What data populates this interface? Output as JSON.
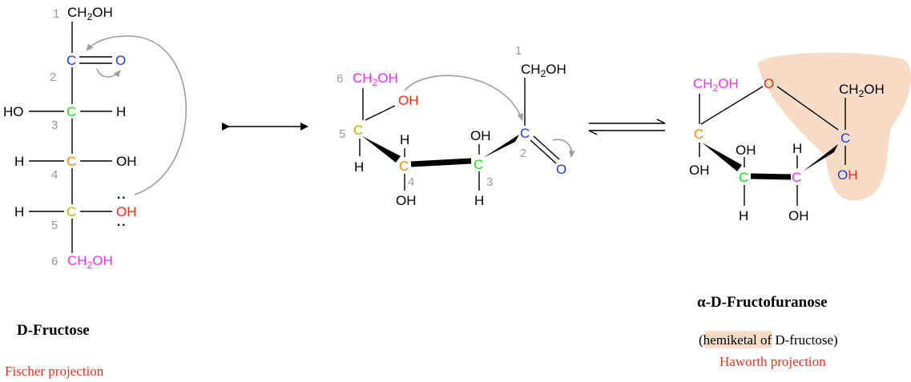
{
  "colors": {
    "black": "#000000",
    "blue": "#1a3be6",
    "green": "#17e017",
    "orange": "#f08a00",
    "olive": "#b8b400",
    "magenta": "#f02ef0",
    "red": "#f02a10",
    "gray": "#9a9a9a",
    "highlight": "#f7dcc8"
  },
  "labels": {
    "C": "C",
    "O": "O",
    "H": "H",
    "OH": "OH",
    "HO": "HO",
    "CH": "CH",
    "sub2": "2",
    "lone_pair": ":"
  },
  "numbers": {
    "n1": "1",
    "n2": "2",
    "n3": "3",
    "n4": "4",
    "n5": "5",
    "n6": "6"
  },
  "captions": {
    "fischer_title": "D-Fructose",
    "fischer_sub": "Fischer projection",
    "haworth_title": "α-D-Fructofuranose",
    "haworth_sub_pre": "(",
    "haworth_sub_hl": "hemiketal",
    "haworth_sub_post": " of D-fructose)",
    "haworth_proj": "Haworth projection"
  }
}
